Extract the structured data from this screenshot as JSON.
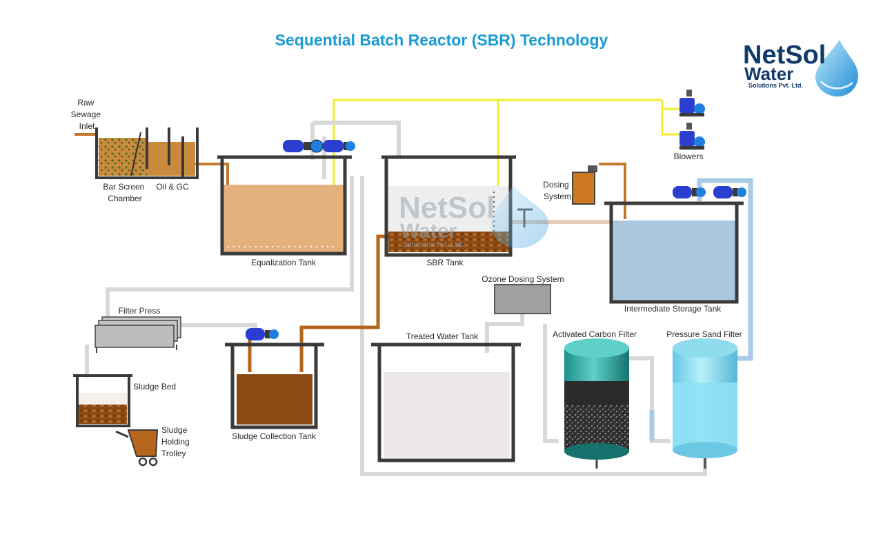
{
  "title": "Sequential Batch Reactor (SBR) Technology",
  "logo": {
    "line1": "NetSol",
    "line2": "Water",
    "line3": "Solutions Pvt. Ltd."
  },
  "watermark": {
    "line1": "NetSol",
    "line2": "Water",
    "line3": "Solutions Pvt. Ltd."
  },
  "labels": {
    "raw_sewage_1": "Raw",
    "raw_sewage_2": "Sewage",
    "raw_sewage_3": "Inlet",
    "bar_screen_1": "Bar Screen",
    "bar_screen_2": "Chamber",
    "oil_gc": "Oil & GC",
    "equalization_tank": "Equalization Tank",
    "sbr_tank": "SBR Tank",
    "dosing_1": "Dosing",
    "dosing_2": "System",
    "blowers": "Blowers",
    "intermediate_storage_tank": "Intermediate Storage Tank",
    "ozone_dosing_system": "Ozone Dosing System",
    "filter_press": "Filter Press",
    "treated_water_tank": "Treated Water Tank",
    "activated_carbon_filter": "Activated Carbon Filter",
    "pressure_sand_filter": "Pressure Sand Filter",
    "sludge_bed": "Sludge Bed",
    "sludge_trolley_1": "Sludge",
    "sludge_trolley_2": "Holding",
    "sludge_trolley_3": "Trolley",
    "sludge_collection_tank": "Sludge Collection Tank"
  },
  "colors": {
    "title": "#1a9ad6",
    "air_line": "#f2ef2a",
    "sewage_pipe": "#c2772a",
    "sludge_pipe": "#b5661c",
    "clean_pipe": "#dcdcdc",
    "blue_pipe": "#a9cbe5",
    "pump": "#2a3fd0",
    "tank_wall": "#3a3a3a",
    "equalization_fill": "#e4b07c",
    "storage_fill": "#a9c8df",
    "sand_filter_fill": "#8fe0f5"
  },
  "icons": [
    "pump-icon",
    "blower-icon",
    "water-drop-icon",
    "trolley-icon"
  ]
}
